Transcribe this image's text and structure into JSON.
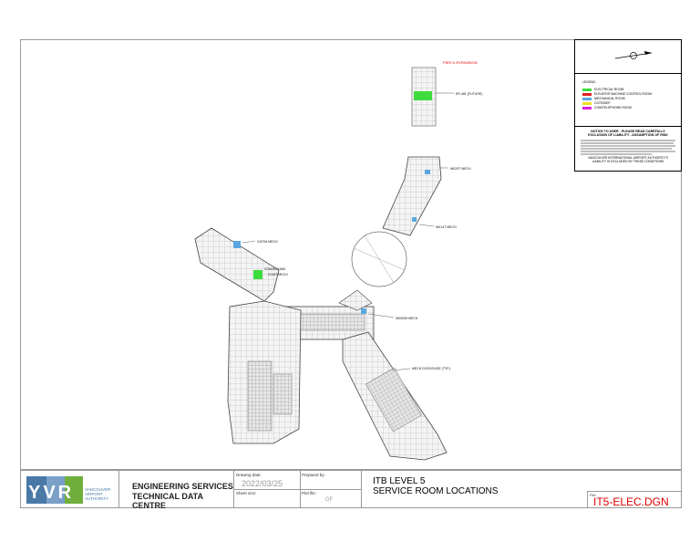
{
  "drawing": {
    "expansion_label": "PIER D EXPANSION",
    "room_labels": [
      "ER-481 (FUTURE)",
      "W029T MECH",
      "W014T MECH",
      "C007M MECH",
      "C016S/C016M",
      "C019T MECH",
      "W00005 MECH",
      "MECH DOGHOUSE (TYP.)"
    ]
  },
  "legend": {
    "title": "LEGEND:",
    "items": [
      {
        "label": "ELECTRICAL ROOM",
        "color": "#3ddc3d"
      },
      {
        "label": "ELEVATOR MACHINE CONTROL ROOM",
        "color": "#e02020"
      },
      {
        "label": "MECHANICAL ROOM",
        "color": "#5aa7e0"
      },
      {
        "label": "CUTE/MDF",
        "color": "#f0e020"
      },
      {
        "label": "COM/TELEPHONE ROOM",
        "color": "#e020e0"
      }
    ]
  },
  "notice": {
    "title_line1": "NOTICE TO USER - PLEASE READ CAREFULLY",
    "title_line2": "EXCLUSION OF LIABILITY - ASSUMPTION OF RISK",
    "footer_line1": "VANCOUVER INTERNATIONAL AIRPORT AUTHORITY'S",
    "footer_line2": "LIABILITY IS EXCLUDED BY THESE CONDITIONS"
  },
  "titleblock": {
    "logo_text": "YVR",
    "logo_sub": [
      "VANCOUVER",
      "AIRPORT",
      "AUTHORITY"
    ],
    "dept_line1": "ENGINEERING SERVICES",
    "dept_line2": "TECHNICAL DATA CENTRE",
    "drawing_date_label": "Drawing date:",
    "drawing_date": "2022/03/25",
    "prepared_by_label": "Prepared by:",
    "prepared_by": "",
    "sheet_size_label": "Sheet size:",
    "sheet_size": "",
    "plot_file_label": "Plot file:",
    "plot_file": "GF",
    "title_line1": "ITB LEVEL 5",
    "title_line2": "SERVICE ROOM LOCATIONS",
    "file_label": "File:",
    "file_name": "IT5-ELEC.DGN"
  },
  "colors": {
    "electrical": "#3ddc3d",
    "mechanical": "#5aa7e0",
    "file_red": "#e00000",
    "logo_blue": "#4a79a8",
    "logo_green": "#6fae3c"
  }
}
